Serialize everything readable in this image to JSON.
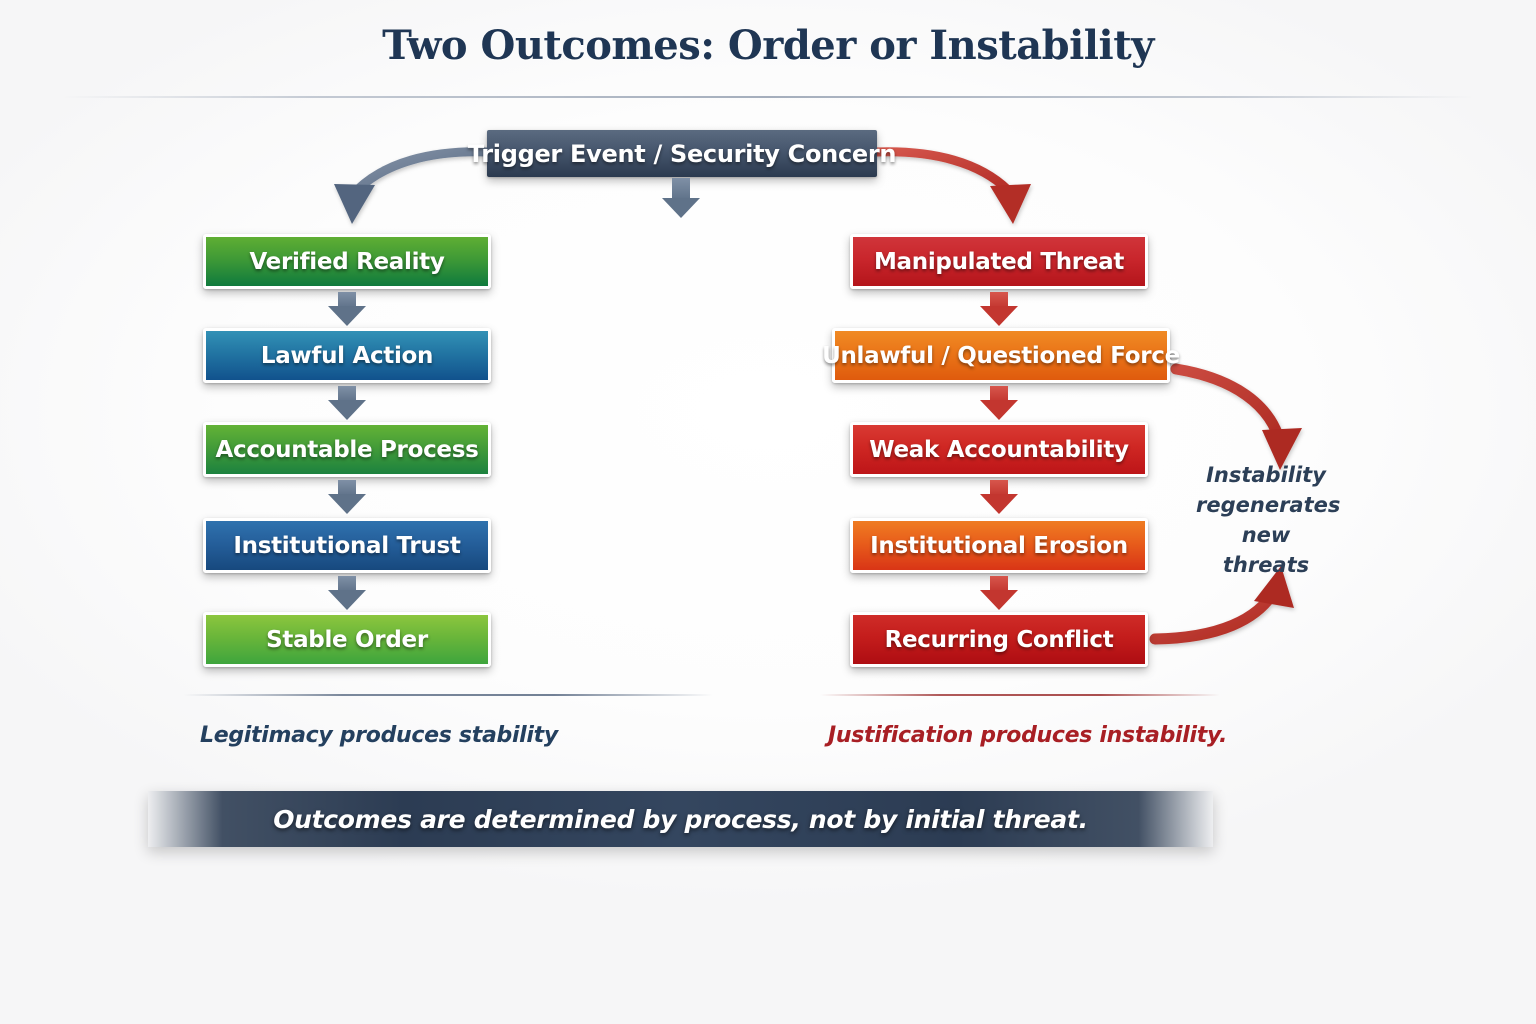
{
  "title": "Two Outcomes: Order or Instability",
  "trigger": {
    "label": "Trigger Event / Security Concern"
  },
  "branches": {
    "left": {
      "name": "order-path",
      "accent": "#2e8b3c",
      "steps": [
        {
          "label": "Verified Reality",
          "color": "#3f9a36"
        },
        {
          "label": "Lawful Action",
          "color": "#2275a3"
        },
        {
          "label": "Accountable Process",
          "color": "#449c38"
        },
        {
          "label": "Institutional Trust",
          "color": "#255f9b"
        },
        {
          "label": "Stable Order",
          "color": "#6ab63a"
        }
      ],
      "caption": "Legitimacy produces stability",
      "caption_color": "#24405f"
    },
    "right": {
      "name": "instability-path",
      "accent": "#c3362f",
      "steps": [
        {
          "label": "Manipulated Threat",
          "color": "#c9262c"
        },
        {
          "label": "Unlawful / Questioned Force",
          "color": "#ea7518"
        },
        {
          "label": "Weak Accountability",
          "color": "#cf2723"
        },
        {
          "label": "Institutional Erosion",
          "color": "#e85d1b"
        },
        {
          "label": "Recurring Conflict",
          "color": "#c41d1c"
        }
      ],
      "caption": "Justification produces instability.",
      "caption_color": "#a81f24"
    }
  },
  "loop_note": {
    "line1": "Instability",
    "line2": "regenerates",
    "line3": "new threats",
    "color": "#2c3f57"
  },
  "banner": {
    "text": "Outcomes are determined by process, not by initial threat.",
    "background": "#2c3c53"
  }
}
